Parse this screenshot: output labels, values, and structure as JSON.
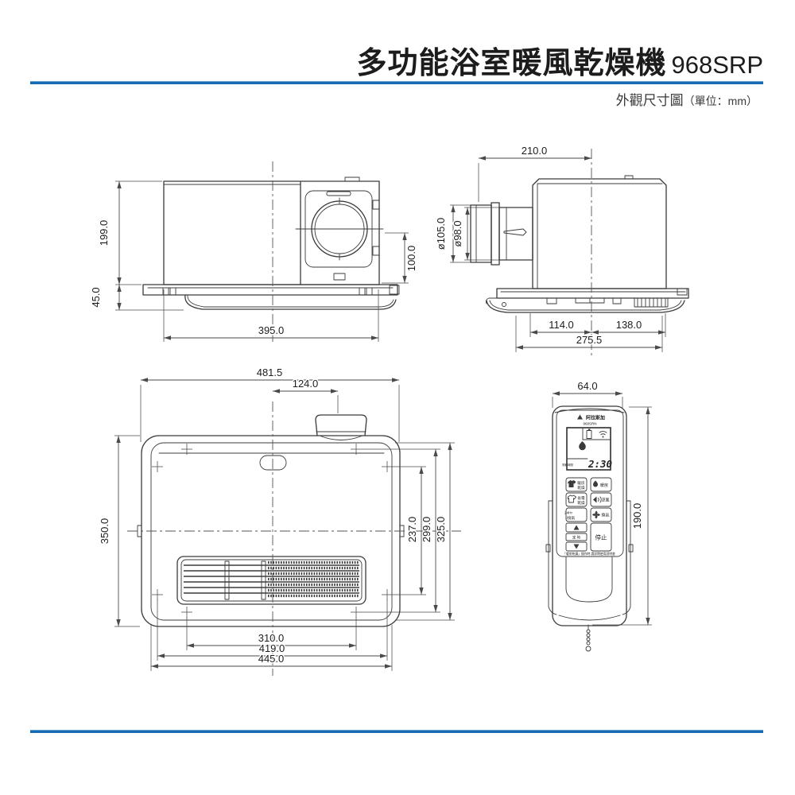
{
  "header": {
    "title": "多功能浴室暖風乾燥機",
    "model": "968SRP",
    "subtitle": "外觀尺寸圖",
    "unit_note": "（單位：mm）",
    "accent_color": "#1769b0"
  },
  "side_view": {
    "dim_body_height": "199.0",
    "dim_flange_height": "45.0",
    "dim_duct_center": "100.0",
    "dim_body_width": "395.0"
  },
  "duct_view": {
    "dim_top_width": "210.0",
    "dim_duct_outer": "ø105.0",
    "dim_duct_inner": "ø98.0",
    "dim_left_span": "114.0",
    "dim_right_span": "138.0",
    "dim_total_span": "275.5"
  },
  "bottom_view": {
    "dim_overall_width": "481.5",
    "dim_duct_offset": "124.0",
    "dim_overall_depth": "350.0",
    "dim_screw_depth_1": "237.0",
    "dim_screw_depth_2": "299.0",
    "dim_panel_depth": "325.0",
    "dim_screw_width": "310.0",
    "dim_mid_width": "419.0",
    "dim_panel_width": "445.0"
  },
  "remote": {
    "dim_width": "64.0",
    "dim_height": "190.0",
    "brand": "阿拉斯加",
    "model": "968SRN",
    "lcd": {
      "time": "2:30",
      "label": "剩餘時間"
    },
    "buttons": {
      "heat_dry_1": "暖房",
      "heat_dry_2": "乾燥",
      "heat": "暖房",
      "eco_dry_1": "省電",
      "eco_dry_2": "乾燥",
      "cool": "涼風",
      "vent24_1": "24Hr",
      "vent24_2": "/換氣",
      "vent": "換氣",
      "timer": "定 時",
      "stop": "停止"
    },
    "fine_print": "「暖房乾燥」操作時 請詳閱使用說明書"
  }
}
